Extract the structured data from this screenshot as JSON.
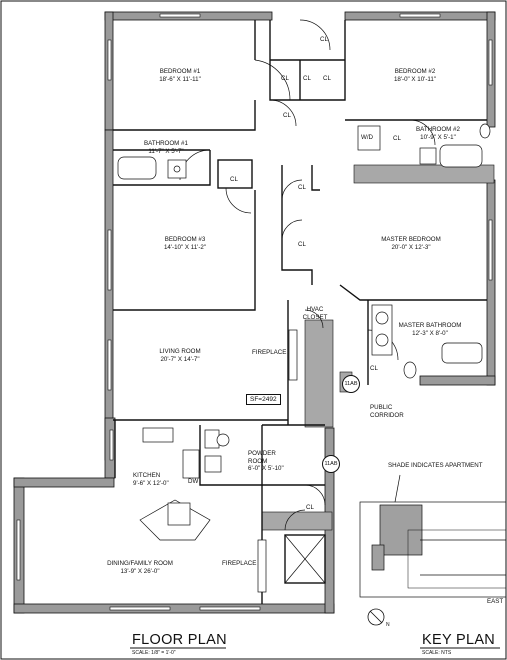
{
  "plan_title": "FLOOR PLAN",
  "plan_scale": "SCALE: 1/8\" = 1'-0\"",
  "key_title": "KEY PLAN",
  "key_scale": "SCALE: NTS",
  "shade_note": "SHADE INDICATES APARTMENT",
  "east_label": "EAST",
  "north_label": "N",
  "square_feet": "SF=2492",
  "tags": [
    "11AB",
    "11AB"
  ],
  "corridor": [
    "PUBLIC",
    "CORRIDOR"
  ],
  "closet_label": "CL",
  "wd_label": "W/D",
  "dw_label": "DW",
  "fireplace_label": "FIREPLACE",
  "rooms": {
    "bedroom1": {
      "name": "BEDROOM #1",
      "dims": "18'-6\" x 11'-11\""
    },
    "bedroom2": {
      "name": "BEDROOM #2",
      "dims": "18'-0\" x 10'-11\""
    },
    "bathroom1": {
      "name": "BATHROOM #1",
      "dims": "11'-7\" x 5'-7\""
    },
    "bathroom2": {
      "name": "BATHROOM #2",
      "dims": "10'-9\" x 5'-1\""
    },
    "bedroom3": {
      "name": "BEDROOM #3",
      "dims": "14'-10\" x 11'-2\""
    },
    "master_bedroom": {
      "name": "MASTER BEDROOM",
      "dims": "20'-0\" x 12'-3\""
    },
    "master_bathroom": {
      "name": "MASTER BATHROOM",
      "dims": "12'-3\" x 8'-0\""
    },
    "hvac": {
      "name": "HVAC",
      "name2": "CLOSET"
    },
    "living_room": {
      "name": "LIVING ROOM",
      "dims": "20'-7\" x 14'-7\""
    },
    "powder_room": {
      "name": "POWDER",
      "name2": "ROOM",
      "dims": "6'-0\" x 5'-10\""
    },
    "kitchen": {
      "name": "KITCHEN",
      "dims": "9'-6\" x 12'-0\""
    },
    "dining": {
      "name": "DINING/FAMILY ROOM",
      "dims": "13'-9\" x 26'-0\""
    }
  }
}
